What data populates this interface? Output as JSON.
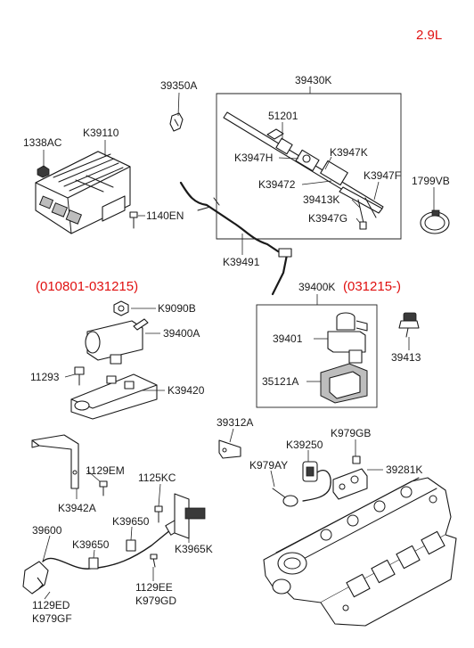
{
  "engine": "2.9L",
  "date_ranges": {
    "early": "(010801-031215)",
    "late": "(031215-)"
  },
  "labels": {
    "p39350A": "39350A",
    "p39430K": "39430K",
    "p51201": "51201",
    "p1338AC": "1338AC",
    "pK39110": "K39110",
    "pK3947K": "K3947K",
    "pK3947H": "K3947H",
    "pK3947F": "K3947F",
    "p1799VB": "1799VB",
    "pK39472": "K39472",
    "p39413K": "39413K",
    "pK3947G": "K3947G",
    "p1140EN": "1140EN",
    "pK39491": "K39491",
    "p39400K": "39400K",
    "pK9090B": "K9090B",
    "p39400A": "39400A",
    "p39401": "39401",
    "p39413": "39413",
    "p11293": "11293",
    "p35121A": "35121A",
    "pK39420": "K39420",
    "p39312A": "39312A",
    "pK979GB": "K979GB",
    "pK39250": "K39250",
    "pK979AY": "K979AY",
    "p39281K": "39281K",
    "p1129EM": "1129EM",
    "pK3942A": "K3942A",
    "p1125KC": "1125KC",
    "p39600": "39600",
    "pK39650a": "K39650",
    "pK39650b": "K39650",
    "pK3965K": "K3965K",
    "p1129EE": "1129EE",
    "pK979GD": "K979GD",
    "p1129ED": "1129ED",
    "pK979GF": "K979GF"
  }
}
